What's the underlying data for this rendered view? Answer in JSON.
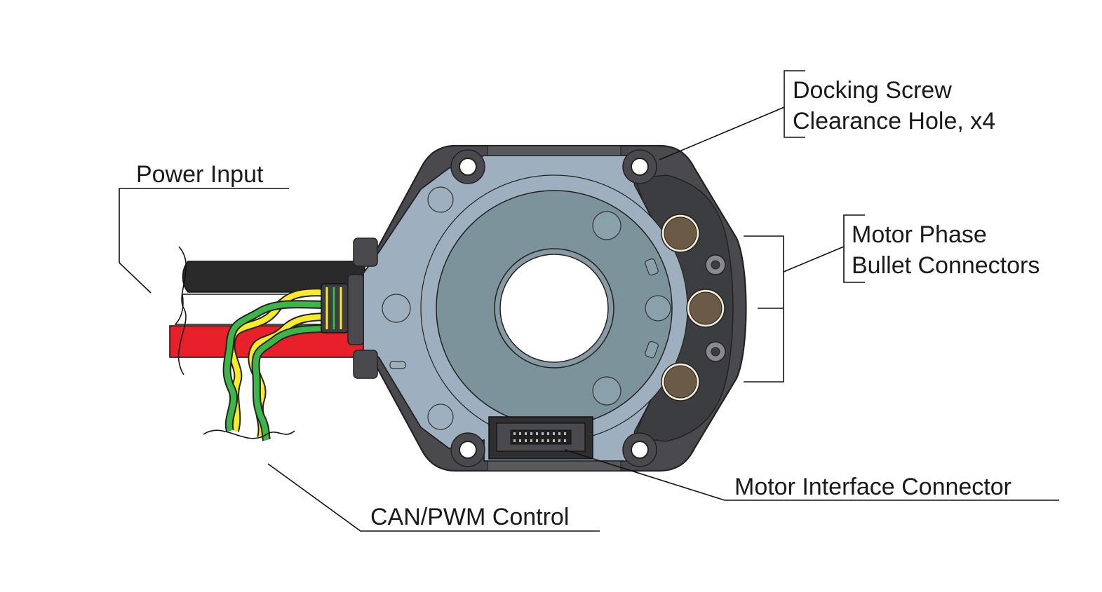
{
  "labels": {
    "docking_screw_line1": "Docking Screw",
    "docking_screw_line2": "Clearance Hole, x4",
    "power_input": "Power Input",
    "motor_phase_line1": "Motor Phase",
    "motor_phase_line2": "Bullet Connectors",
    "motor_interface": "Motor Interface Connector",
    "can_pwm_control": "CAN/PWM Control"
  },
  "colors": {
    "housing_dark": "#4a4a4e",
    "board_blue": "#9eafc0",
    "ring_gray": "#7d939c",
    "terminal_block": "#3c3d40",
    "bullet_brass": "#6b5a45",
    "wire_black": "#2a2a2a",
    "wire_red": "#e8202a",
    "wire_yellow": "#f8ec2a",
    "wire_green": "#3eb548"
  }
}
